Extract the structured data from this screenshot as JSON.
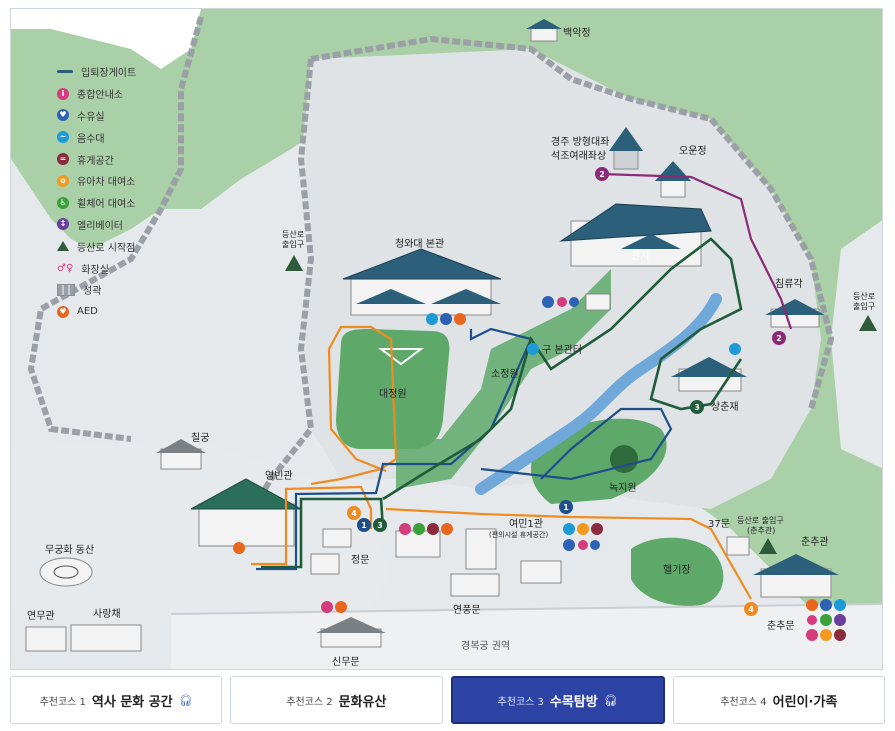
{
  "legend": {
    "items": [
      {
        "label": "입퇴장게이트",
        "icon": "gate-line-icon"
      },
      {
        "label": "종합안내소",
        "icon": "info-icon",
        "color": "#d43c7e"
      },
      {
        "label": "수유실",
        "icon": "nursing-room-icon",
        "color": "#2e62b4"
      },
      {
        "label": "음수대",
        "icon": "water-fountain-icon",
        "color": "#1d9bd6"
      },
      {
        "label": "휴게공간",
        "icon": "rest-area-icon",
        "color": "#8a2c3e"
      },
      {
        "label": "유아차 대여소",
        "icon": "stroller-icon",
        "color": "#f39a1e"
      },
      {
        "label": "휠체어 대여소",
        "icon": "wheelchair-icon",
        "color": "#3aa23a"
      },
      {
        "label": "엘리베이터",
        "icon": "elevator-icon",
        "color": "#6b3fa0"
      },
      {
        "label": "등산로 시작점",
        "icon": "trailhead-icon",
        "color": "#2f5b3a"
      },
      {
        "label": "화장실",
        "icon": "restroom-icon",
        "color": "#d43c7e"
      },
      {
        "label": "성곽",
        "icon": "fortress-wall-icon",
        "color": "#9aa0a6"
      },
      {
        "label": "AED",
        "icon": "aed-icon",
        "color": "#e8671c"
      }
    ]
  },
  "places": {
    "baekakjeong": "백악정",
    "buddha": "경주 방형대좌\n석조여래좌상",
    "buddha_l1": "경주 방형대좌",
    "buddha_l2": "석조여래좌상",
    "oun": "오운정",
    "main_hall": "청와대 본관",
    "residence": "관저",
    "chimnyu": "침류각",
    "trail_left_l1": "등산로",
    "trail_left_l2": "출입구",
    "trail_right_l1": "등산로",
    "trail_right_l2": "출입구",
    "old_hall": "구 본관터",
    "sojeongwon": "소정원",
    "daejeongwon": "대정원",
    "sangchunjae": "상춘재",
    "nokjiwon": "녹지원",
    "chilgung": "칠궁",
    "yeongbingwan": "영빈관",
    "mugunghwa": "무궁화 동산",
    "jeongmun": "정문",
    "yeonmu": "연무관",
    "sarangjae": "사랑채",
    "sinmu": "신무문",
    "yeonpung": "연풍문",
    "yeomin_l1": "여민1관",
    "yeomin_l2": "(편의시설 휴게공간)",
    "gate37": "37문",
    "trail_bottom_l1": "등산로 출입구",
    "trail_bottom_l2": "(춘추관)",
    "heli": "헬기장",
    "chunchugwan": "춘추관",
    "chunchumun": "춘추문",
    "gyeongbok": "경복궁 권역"
  },
  "course_markers": [
    "1",
    "2",
    "3",
    "4"
  ],
  "colors": {
    "course1": "#1f4f8a",
    "course2": "#8a2a78",
    "course3": "#1f5c3a",
    "course4": "#ef8c21",
    "forest": "#a9cfa7",
    "lawn": "#5da86b",
    "water": "#6ea7d8",
    "ground": "#e4e7ea",
    "road": "#f6f7f8"
  },
  "tabs": [
    {
      "small": "추천코스 1",
      "big": "역사 문화 공간",
      "audio": true,
      "active": false
    },
    {
      "small": "추천코스 2",
      "big": "문화유산",
      "audio": false,
      "active": false
    },
    {
      "small": "추천코스 3",
      "big": "수목탐방",
      "audio": true,
      "active": true
    },
    {
      "small": "추천코스 4",
      "big": "어린이·가족",
      "audio": false,
      "active": false
    }
  ],
  "audio_icon": "headphones-icon"
}
